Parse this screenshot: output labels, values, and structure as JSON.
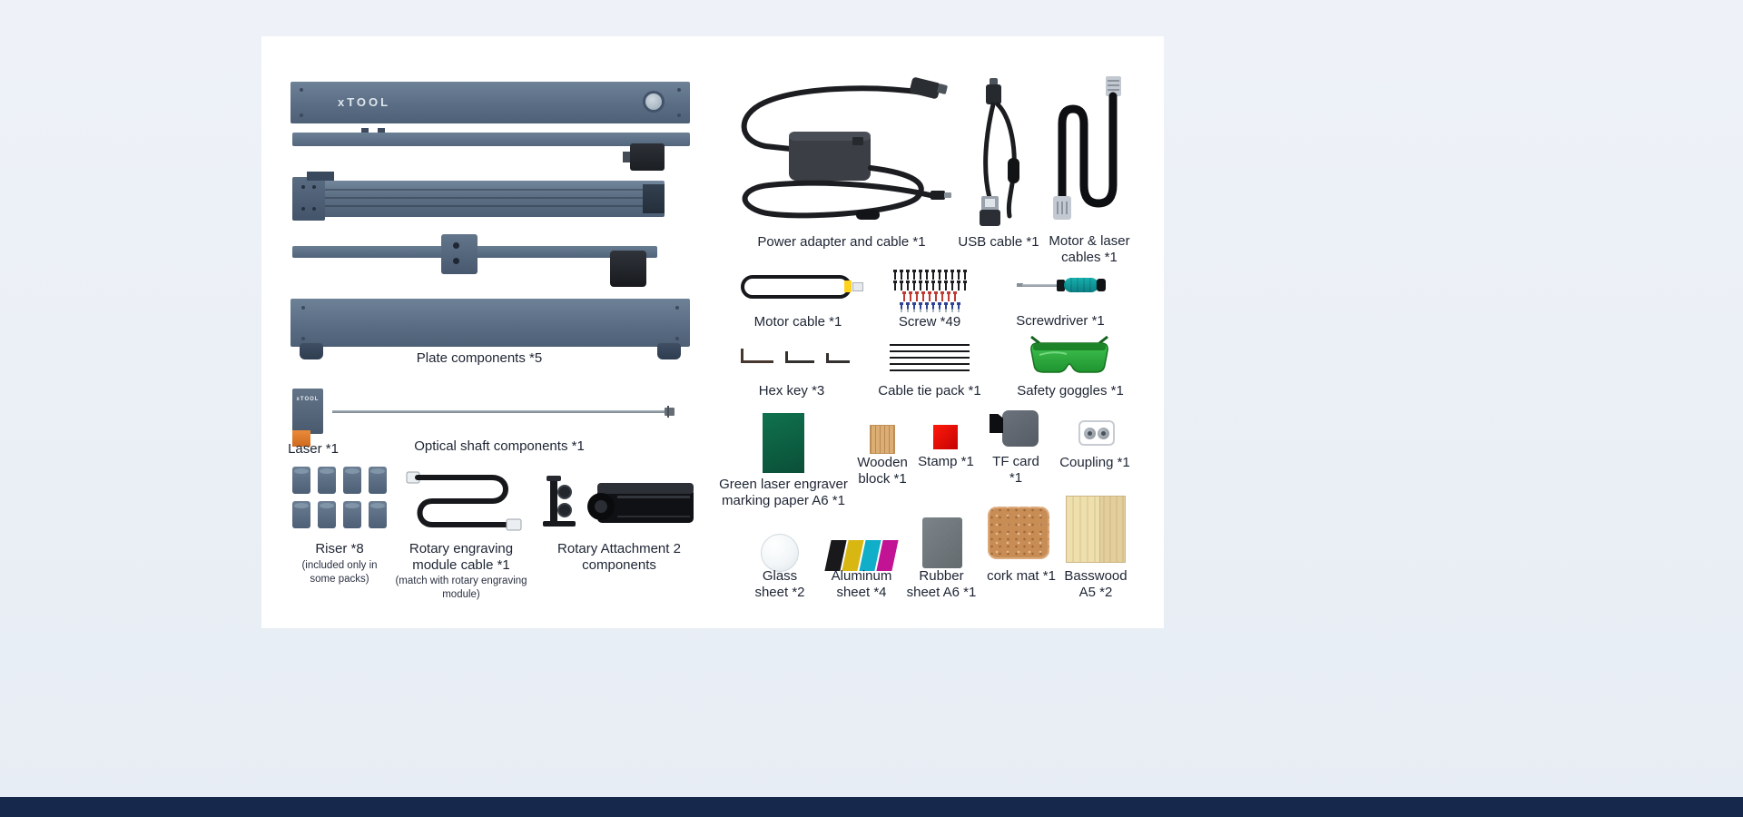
{
  "palette": {
    "background": "#e9eef5",
    "panel": "#ffffff",
    "footer_bar": "#16294d",
    "machine_body": "#5d7189",
    "label_text": "#1d2433",
    "laser_nozzle_orange": "#e2762c",
    "goggles_green": "#2fae3e",
    "stamp_red": "#d40000",
    "screwdriver_teal": "#0f9b9b",
    "marking_paper_green": "#0c5f43",
    "cable_black": "#16181c",
    "yellow_band": "#ffd21e"
  },
  "brand": {
    "logo": "xTOOL"
  },
  "items": {
    "plate_components": {
      "label": "Plate components *5"
    },
    "laser": {
      "label": "Laser *1"
    },
    "optical_shaft": {
      "label": "Optical shaft components *1"
    },
    "riser": {
      "label": "Riser *8",
      "note": "(included only in some packs)"
    },
    "rotary_cable": {
      "label": "Rotary engraving module cable *1",
      "note": "(match with rotary engraving module)"
    },
    "rotary_attachment": {
      "label": "Rotary Attachment 2 components"
    },
    "power_adapter": {
      "label": "Power adapter and cable *1"
    },
    "usb_cable": {
      "label": "USB cable *1"
    },
    "motor_laser_cables": {
      "label": "Motor & laser cables *1"
    },
    "motor_cable": {
      "label": "Motor cable *1"
    },
    "screw": {
      "label": "Screw *49"
    },
    "screwdriver": {
      "label": "Screwdriver *1"
    },
    "hex_key": {
      "label": "Hex key *3"
    },
    "cable_tie": {
      "label": "Cable tie pack *1"
    },
    "safety_goggles": {
      "label": "Safety goggles *1"
    },
    "marking_paper": {
      "label": "Green laser engraver marking paper A6 *1"
    },
    "wooden_block": {
      "label": "Wooden block *1"
    },
    "stamp": {
      "label": "Stamp *1"
    },
    "tf_card": {
      "label": "TF card *1"
    },
    "coupling": {
      "label": "Coupling *1"
    },
    "glass_sheet": {
      "label": "Glass sheet *2"
    },
    "aluminum_sheet": {
      "label": "Aluminum sheet *4"
    },
    "rubber_sheet": {
      "label": "Rubber sheet A6 *1"
    },
    "cork_mat": {
      "label": "cork mat *1"
    },
    "basswood": {
      "label": "Basswood A5 *2"
    }
  }
}
